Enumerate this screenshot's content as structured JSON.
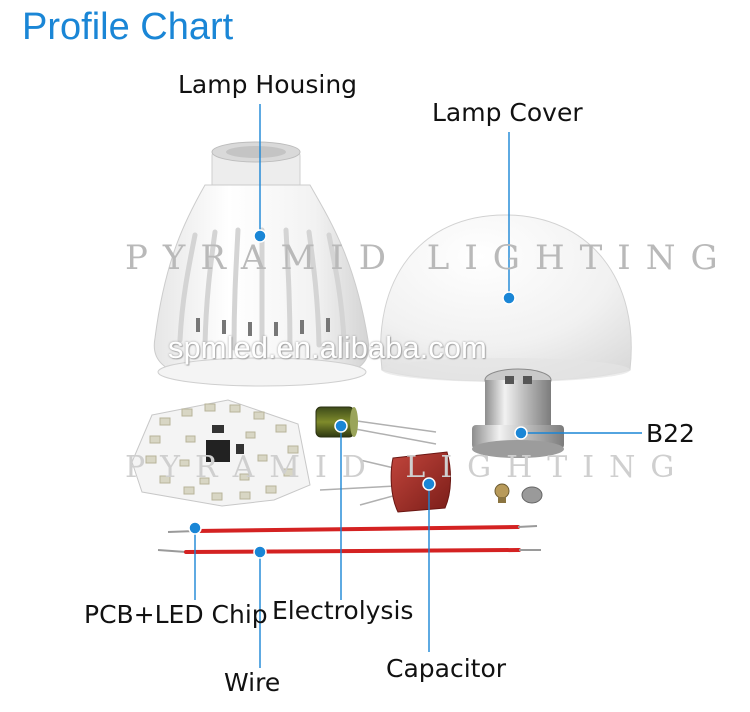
{
  "title": "Profile Chart",
  "watermarks": {
    "brand": "PYRAMID LIGHTING",
    "brand_repeat": "PYRAMID LIGHTING",
    "website": "spmled.en.alibaba.com"
  },
  "labels": {
    "lamp_housing": "Lamp Housing",
    "lamp_cover": "Lamp Cover",
    "b22": "B22",
    "pcb_led_chip": "PCB+LED Chip",
    "electrolysis": "Electrolysis",
    "capacitor": "Capacitor",
    "wire": "Wire"
  },
  "colors": {
    "accent": "#1a86d6",
    "callout_dot": "#1a86d6",
    "wire_red": "#d42222",
    "capacitor_red": "#9e2a24"
  }
}
